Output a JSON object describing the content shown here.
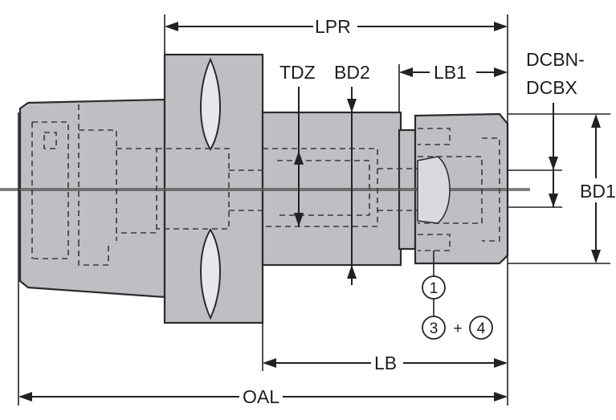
{
  "diagram": {
    "labels": {
      "lpr": "LPR",
      "tdz": "TDZ",
      "bd2": "BD2",
      "lb1": "LB1",
      "dcbn": "DCBN-",
      "dcbx": "DCBX",
      "bd1": "BD1",
      "lb": "LB",
      "oal": "OAL"
    },
    "callouts": {
      "c1": "1",
      "c3": "3",
      "plus": "+",
      "c4": "4"
    },
    "colors": {
      "body_fill": "#bdbfc3",
      "outline": "#2b2b2b",
      "dimension": "#222222",
      "background": "#ffffff"
    }
  }
}
